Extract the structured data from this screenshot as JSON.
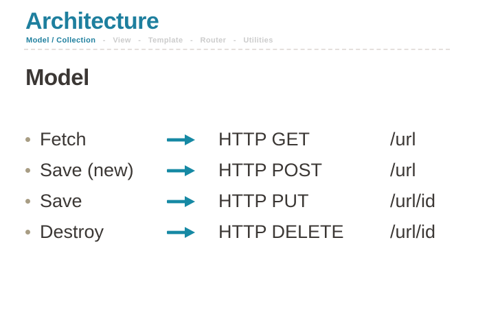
{
  "slide": {
    "title": "Architecture",
    "breadcrumb": {
      "active": "Model / Collection",
      "separator": "-",
      "items": [
        "View",
        "Template",
        "Router",
        "Utilities"
      ]
    },
    "section": {
      "heading": "Model",
      "rows": [
        {
          "label": "Fetch",
          "method": "HTTP GET",
          "url": "/url"
        },
        {
          "label": "Save (new)",
          "method": "HTTP POST",
          "url": "/url"
        },
        {
          "label": "Save",
          "method": "HTTP PUT",
          "url": "/url/id"
        },
        {
          "label": "Destroy",
          "method": "HTTP DELETE",
          "url": "/url/id"
        }
      ]
    },
    "colors": {
      "accent_teal": "#1e7f9e",
      "arrow_teal": "#1689a4",
      "text_dark": "#3b3734",
      "bullet_tan": "#a89d84",
      "breadcrumb_inactive": "#cccccc",
      "divider": "#e4dfdc"
    }
  }
}
